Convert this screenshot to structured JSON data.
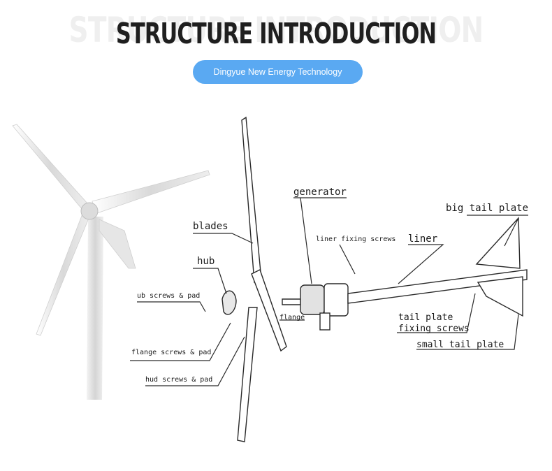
{
  "header": {
    "ghost_title": "STRUCTURE INTRODUCTION",
    "title": "STRUCTURE INTRODUCTION",
    "badge": "Dingyue New Energy Technology"
  },
  "labels": {
    "generator": "generator",
    "big_tail_plate": "big tail plate",
    "blades": "blades",
    "liner_fixing_screws": "liner fixing screws",
    "liner": "liner",
    "hub": "hub",
    "hub_screws_pad": "ub screws & pad",
    "flange": "flange",
    "tail_plate_fixing_screws_1": "tail plate",
    "tail_plate_fixing_screws_2": "fixing screws",
    "flange_screws_pad": "flange screws & pad",
    "small_tail_plate": "small tail plate",
    "hud_screws_pad": "hud screws & pad"
  },
  "colors": {
    "accent": "#5aa9f2",
    "title": "#1f1f1f",
    "ghost": "#efefef"
  }
}
